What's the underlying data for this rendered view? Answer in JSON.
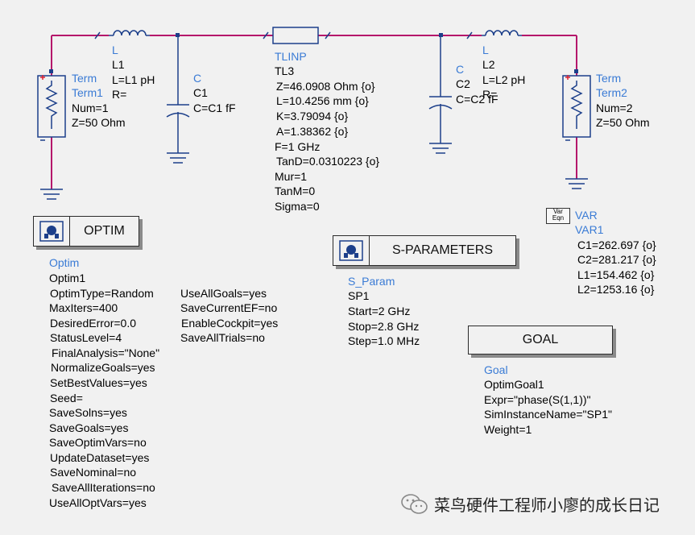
{
  "term1": {
    "type": "Term",
    "name": "Term1",
    "num": "Num=1",
    "z": "Z=50 Ohm"
  },
  "term2": {
    "type": "Term",
    "name": "Term2",
    "num": "Num=2",
    "z": "Z=50 Ohm"
  },
  "l1": {
    "type": "L",
    "name": "L1",
    "value": "L=L1 pH",
    "r": "R="
  },
  "l2": {
    "type": "L",
    "name": "L2",
    "value": "L=L2 pH",
    "r": "R="
  },
  "c1": {
    "type": "C",
    "name": "C1",
    "value": "C=C1 fF"
  },
  "c2": {
    "type": "C",
    "name": "C2",
    "value": "C=C2 fF"
  },
  "tl3": {
    "type": "TLINP",
    "name": "TL3",
    "params": [
      "Z=46.0908 Ohm {o}",
      "L=10.4256 mm {o}",
      "K=3.79094 {o}",
      "A=1.38362 {o}",
      "F=1 GHz",
      "TanD=0.0310223 {o}",
      "Mur=1",
      "TanM=0",
      "Sigma=0"
    ]
  },
  "var": {
    "icon_text_1": "Var",
    "icon_text_2": "Eqn",
    "type": "VAR",
    "name": "VAR1",
    "params": [
      "C1=262.697 {o}",
      "C2=281.217 {o}",
      "L1=154.462 {o}",
      "L2=1253.16 {o}"
    ]
  },
  "optim": {
    "header": "OPTIM",
    "type": "Optim",
    "name": "Optim1",
    "params_left": [
      "OptimType=Random",
      "MaxIters=400",
      "DesiredError=0.0",
      "StatusLevel=4",
      "FinalAnalysis=\"None\"",
      "NormalizeGoals=yes",
      "SetBestValues=yes",
      "Seed=",
      "SaveSolns=yes",
      "SaveGoals=yes",
      "SaveOptimVars=no",
      "UpdateDataset=yes",
      "SaveNominal=no",
      "SaveAllIterations=no",
      "UseAllOptVars=yes"
    ],
    "params_right": [
      "UseAllGoals=yes",
      "SaveCurrentEF=no",
      "EnableCockpit=yes",
      "SaveAllTrials=no"
    ]
  },
  "sparam": {
    "header": "S-PARAMETERS",
    "type": "S_Param",
    "name": "SP1",
    "params": [
      "Start=2 GHz",
      "Stop=2.8 GHz",
      "Step=1.0 MHz"
    ]
  },
  "goal": {
    "header": "GOAL",
    "type": "Goal",
    "name": "OptimGoal1",
    "params": [
      "Expr=\"phase(S(1,1))\"",
      "SimInstanceName=\"SP1\"",
      "Weight=1"
    ]
  },
  "watermark": {
    "text": "菜鸟硬件工程师小廖的成长日记",
    "icon": "wechat-icon"
  },
  "colors": {
    "wire": "#b5176b",
    "label": "#3a7bd5",
    "component": "#1c3f8a",
    "background": "#f1f1f1"
  }
}
